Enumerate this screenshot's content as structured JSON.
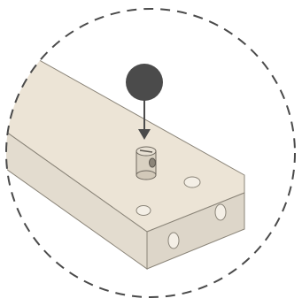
{
  "figure": {
    "kind": "assembly-instruction-detail",
    "callout_style": "dashed-circle",
    "action": "insert-cross-dowel-into-top-hole",
    "colors": {
      "background": "#ffffff",
      "board_top": "#ece4d6",
      "board_front": "#e3dccf",
      "board_side": "#ddd6c9",
      "outline": "#8a8478",
      "hole": "#f4efe6",
      "dowel": "#d9d1c2",
      "marker": "#4b4b4b",
      "dashed_circle": "#4a4a4a"
    },
    "icons": [
      "push-marker-icon",
      "down-arrow-icon",
      "cross-dowel-icon"
    ]
  }
}
